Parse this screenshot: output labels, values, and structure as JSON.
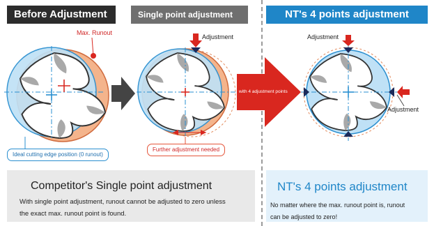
{
  "headers": {
    "before": "Before Adjustment",
    "single": "Single point adjustment",
    "nt": "NT's 4 points adjustment"
  },
  "labels": {
    "max_runout": "Max. Runout",
    "adjustment_top_middle": "Adjustment",
    "adjustment_top_right": "Adjustment",
    "adjustment_right": "Adjustment",
    "ideal_position": "Ideal cutting edge position (0 runout)",
    "further_adjustment": "Further adjustment needed",
    "big_arrow": "with 4 adjustment points"
  },
  "panels": {
    "competitor_title": "Competitor's Single point adjustment",
    "competitor_body_line1": "With single point adjustment, runout cannot be adjusted to zero  unless",
    "competitor_body_line2": "the exact  max. runout point is found.",
    "nt_title": "NT's 4 points adjustment",
    "nt_body_line1": "No matter where the max. runout point is, runout",
    "nt_body_line2": "can be adjusted to zero!"
  },
  "colors": {
    "ideal_circle": "#bfe1f6",
    "runout_circle": "#f4b48c",
    "accent_red": "#d9271f",
    "accent_blue": "#1f86c8",
    "tool_grey": "#a9a9a9"
  }
}
